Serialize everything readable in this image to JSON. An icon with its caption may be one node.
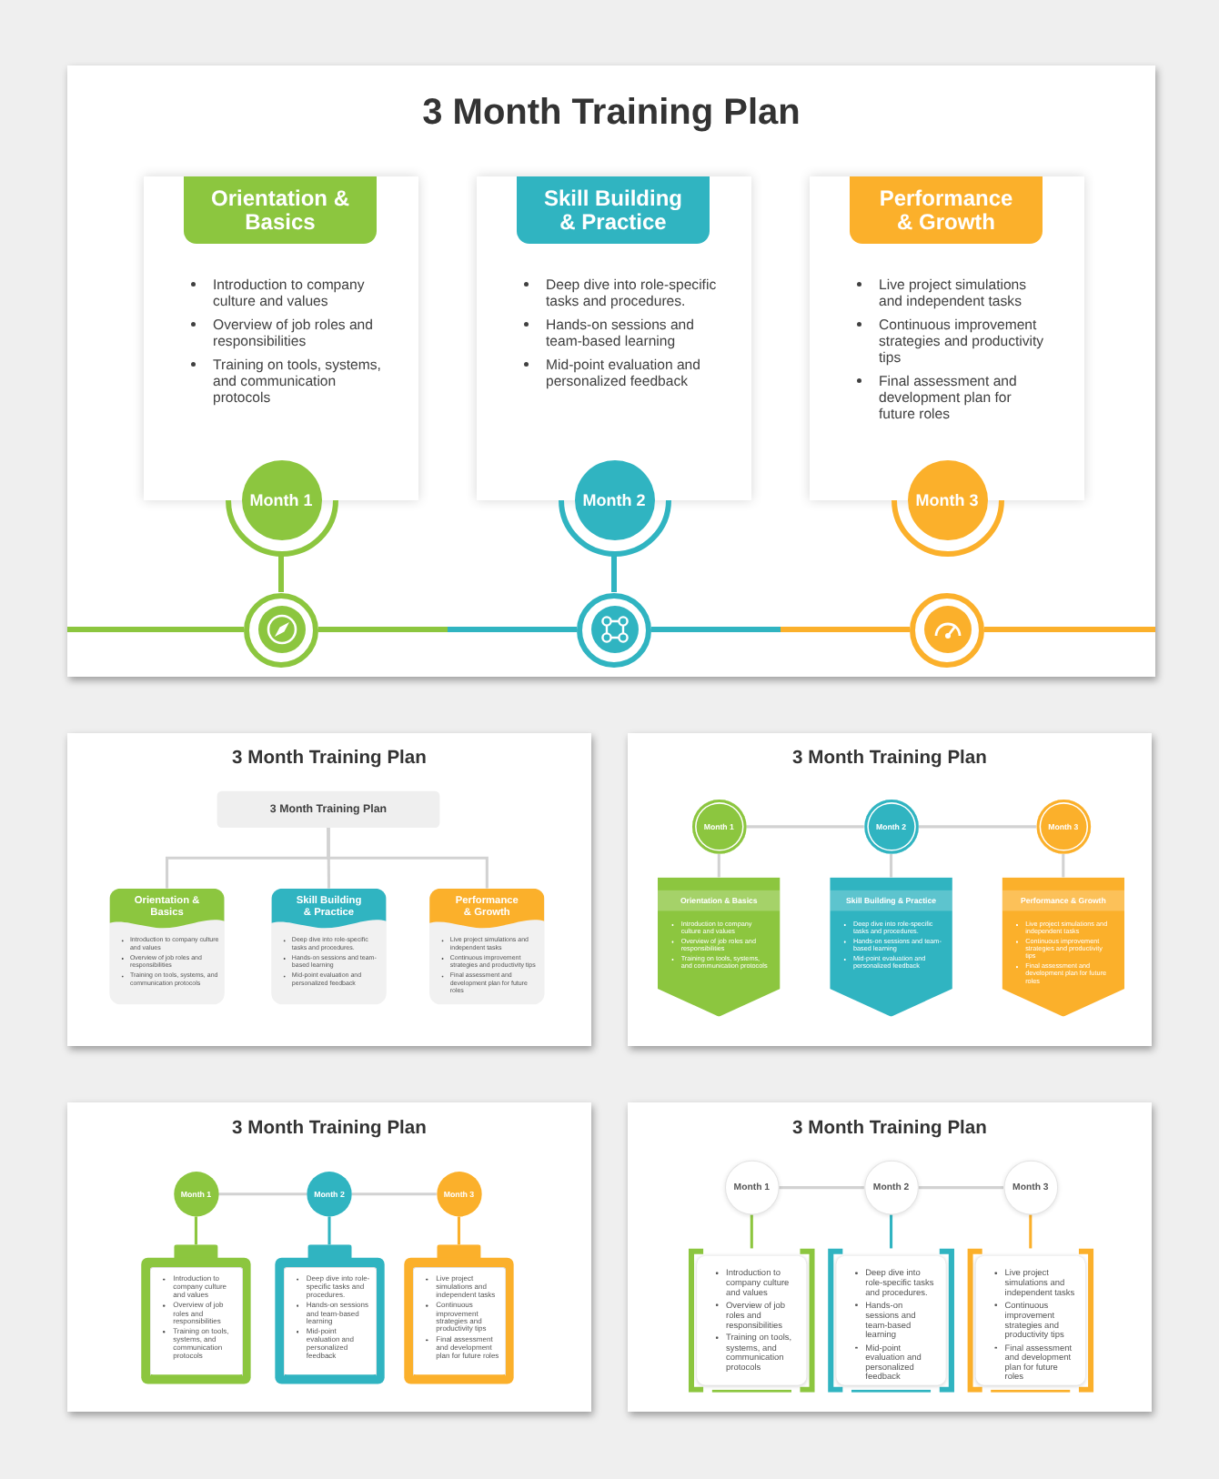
{
  "diagram": {
    "nodes": [
      {
        "text": [
          "3 Month Training Plan"
        ]
      },
      {
        "text": [
          "Orientation & Basics",
          "Introduction to company culture and values",
          "Overview of job roles and responsibilities",
          "Training on tools, systems, and communication protocols"
        ],
        "in": 0
      },
      {
        "text": [
          "Skill Building & Practice",
          "Deep dive into role-specific tasks and procedures.",
          "Hands-on sessions and team-based learning",
          "Mid-point evaluation and personalized feedback"
        ],
        "in": 0
      },
      {
        "text": [
          "Performance & Growth",
          "Live project simulations and independent tasks",
          "Continuous improvement strategies and productivity tips",
          "Final assessment and development plan for future roles"
        ],
        "in": 0
      },
      {
        "text": [
          "Month 1"
        ],
        "in": 0
      },
      {
        "text": [
          "Month 2"
        ],
        "in": 0
      },
      {
        "text": [
          "Month 3"
        ],
        "in": 0
      },
      {
        "text": [],
        "shape": "circle",
        "in": 0
      },
      {
        "text": [],
        "shape": "circle",
        "in": 0
      },
      {
        "text": [],
        "shape": "circle",
        "in": 0
      },
      {
        "text": [
          "3 Month Training Plan"
        ]
      },
      {
        "text": [
          "3 Month Training Plan"
        ],
        "in": 10
      },
      {
        "text": [
          "Orientation & Basics",
          "Introduction to company culture and values",
          "Overview of job roles and responsibilities",
          "Training on tools, systems, and communication protocols"
        ],
        "in": 10
      },
      {
        "text": [
          "Skill Building & Practice",
          "Deep dive into role-specific tasks and procedures.",
          "Hands-on sessions and team-based learning",
          "Mid-point evaluation and personalized feedback"
        ],
        "in": 10
      },
      {
        "text": [
          "Performance & Growth",
          "Live project simulations and independent tasks",
          "Continuous improvement strategies and productivity tips",
          "Final assessment and development plan for future roles"
        ],
        "in": 10
      },
      {
        "text": [
          "3 Month Training Plan"
        ]
      },
      {
        "text": [
          "Month 1"
        ],
        "in": 15
      },
      {
        "text": [
          "Month 2"
        ],
        "in": 15
      },
      {
        "text": [
          "Month 3"
        ],
        "in": 15
      },
      {
        "text": [
          "Orientation & Basics",
          "Introduction to company culture and values",
          "Overview of job roles and responsibilities",
          "Training on tools, systems, and communication protocols"
        ],
        "in": 15
      },
      {
        "text": [
          "Skill Building & Practice",
          "Deep dive into role-specific tasks and procedures.",
          "Hands-on sessions and team-based learning",
          "Mid-point evaluation and personalized feedback"
        ],
        "in": 15
      },
      {
        "text": [
          "Performance & Growth",
          "Live project simulations and independent tasks",
          "Continuous improvement strategies and productivity tips",
          "Final assessment and development plan for future roles"
        ],
        "in": 15
      },
      {
        "text": [
          "3 Month Training Plan"
        ]
      },
      {
        "text": [
          "Month 1"
        ],
        "in": 22
      },
      {
        "text": [
          "Month 2"
        ],
        "in": 22
      },
      {
        "text": [
          "Month 3"
        ],
        "in": 22
      },
      {
        "text": [
          "Introduction to company culture and values",
          "Overview of job roles and responsibilities",
          "Training on tools, systems, and communication protocols"
        ],
        "in": 22
      },
      {
        "text": [
          "Deep dive into role-specific tasks and procedures.",
          "Hands-on sessions and team-based learning",
          "Mid-point evaluation and personalized feedback"
        ],
        "in": 22
      },
      {
        "text": [
          "Live project simulations and independent tasks",
          "Continuous improvement strategies and productivity tips",
          "Final assessment and development plan for future roles"
        ],
        "in": 22
      },
      {
        "text": [
          "3 Month Training Plan"
        ]
      },
      {
        "text": [
          "Month 1"
        ],
        "in": 29
      },
      {
        "text": [
          "Month 2"
        ],
        "in": 29
      },
      {
        "text": [
          "Month 3"
        ],
        "in": 29
      },
      {
        "text": [
          "Introduction to company culture and values",
          "Overview of job roles and responsibilities",
          "Training on tools, systems, and communication protocols"
        ],
        "in": 29
      },
      {
        "text": [
          "Deep dive into role-specific tasks and procedures.",
          "Hands-on sessions and team-based learning",
          "Mid-point evaluation and personalized feedback"
        ],
        "in": 29
      },
      {
        "text": [
          "Live project simulations and independent tasks",
          "Continuous improvement strategies and productivity tips",
          "Final assessment and development plan for future roles"
        ],
        "in": 29
      }
    ],
    "edges": [
      {
        "from": 4,
        "to": 7,
        "arrow": "none",
        "color": "#8cc63f"
      },
      {
        "from": 5,
        "to": 8,
        "arrow": "none",
        "color": "#30b4c1"
      },
      {
        "from": null,
        "to": 7,
        "arrow": "none",
        "color": "#8cc63f"
      },
      {
        "from": 7,
        "to": 8,
        "arrow": "none",
        "color": "#8cc63f"
      },
      {
        "from": 8,
        "to": 9,
        "arrow": "none",
        "color": "#30b4c1"
      },
      {
        "from": 9,
        "to": null,
        "arrow": "none",
        "color": "#fbb02b"
      },
      {
        "from": 11,
        "to": 12,
        "arrow": "none"
      },
      {
        "from": 11,
        "to": 13,
        "arrow": "none"
      },
      {
        "from": 11,
        "to": 14,
        "arrow": "none"
      },
      {
        "from": 16,
        "to": 17,
        "arrow": "none"
      },
      {
        "from": 17,
        "to": 18,
        "arrow": "none"
      },
      {
        "from": 16,
        "to": 19,
        "arrow": "none"
      },
      {
        "from": 17,
        "to": 20,
        "arrow": "none"
      },
      {
        "from": 18,
        "to": 21,
        "arrow": "none"
      },
      {
        "from": 23,
        "to": 24,
        "arrow": "none"
      },
      {
        "from": 24,
        "to": 25,
        "arrow": "none"
      },
      {
        "from": 23,
        "to": 26,
        "arrow": "none",
        "color": "#8cc63f"
      },
      {
        "from": 24,
        "to": 27,
        "arrow": "none",
        "color": "#30b4c1"
      },
      {
        "from": 25,
        "to": 28,
        "arrow": "none",
        "color": "#fbb02b"
      },
      {
        "from": 30,
        "to": 31,
        "arrow": "none"
      },
      {
        "from": 31,
        "to": 32,
        "arrow": "none"
      },
      {
        "from": 30,
        "to": 33,
        "arrow": "none",
        "color": "#8cc63f"
      },
      {
        "from": 31,
        "to": 34,
        "arrow": "none",
        "color": "#30b4c1"
      },
      {
        "from": 32,
        "to": 35,
        "arrow": "none",
        "color": "#fbb02b"
      }
    ]
  }
}
